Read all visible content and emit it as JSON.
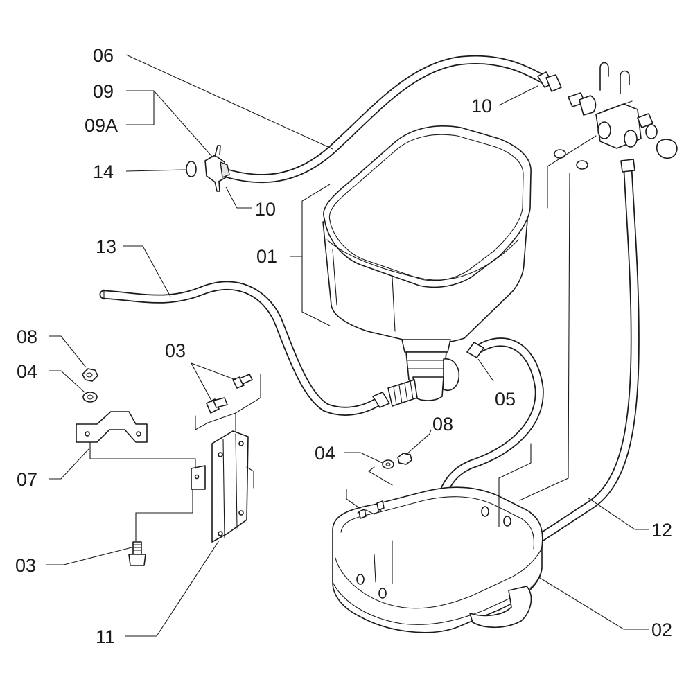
{
  "labels": {
    "06": "06",
    "09": "09",
    "09A": "09A",
    "14": "14",
    "10_left": "10",
    "10_top": "10",
    "01": "01",
    "13": "13",
    "08_left": "08",
    "04_left": "04",
    "03_top": "03",
    "07": "07",
    "03_bottom": "03",
    "11": "11",
    "05": "05",
    "08_mid": "08",
    "04_mid": "04",
    "12": "12",
    "02": "02"
  }
}
